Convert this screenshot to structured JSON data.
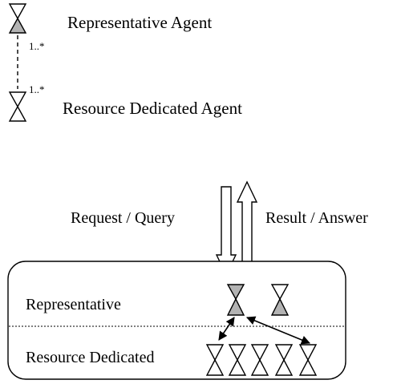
{
  "legend": {
    "representative_agent": "Representative Agent",
    "resource_dedicated_agent": "Resource Dedicated Agent",
    "multiplicity_top": "1..*",
    "multiplicity_bottom": "1..*"
  },
  "arrows": {
    "request_query": "Request / Query",
    "result_answer": "Result / Answer"
  },
  "system_box": {
    "representative_label": "Representative",
    "resource_dedicated_label": "Resource Dedicated"
  },
  "colors": {
    "agent_fill_gray": "#b3b3b3",
    "agent_fill_white": "#ffffff",
    "stroke": "#000000"
  }
}
